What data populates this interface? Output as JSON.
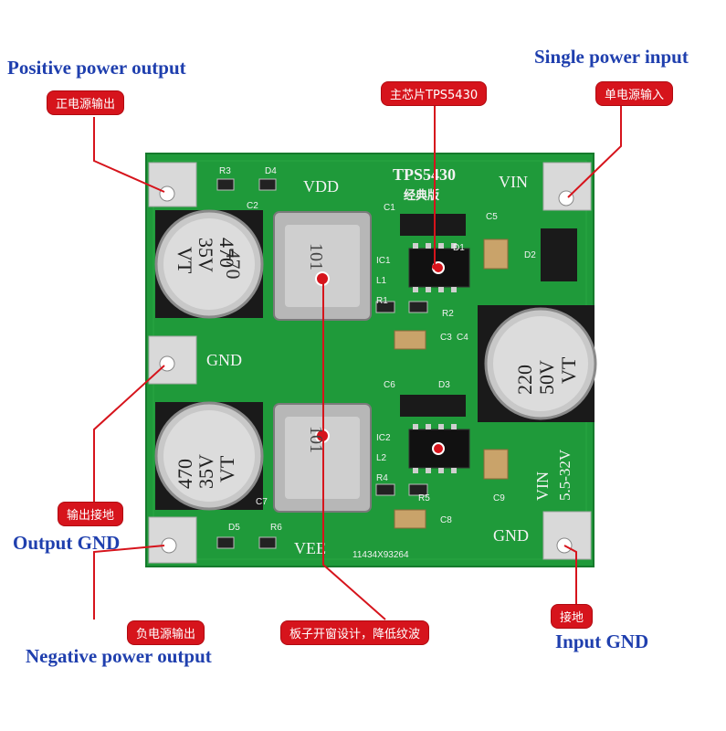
{
  "labels": {
    "positive_output": "Positive power output",
    "single_input": "Single power input",
    "output_gnd": "Output GND",
    "negative_output": "Negative power output",
    "input_gnd": "Input GND"
  },
  "tags": {
    "positive_output_cn": "正电源输出",
    "single_input_cn": "单电源输入",
    "main_chip_cn": "主芯片TPS5430",
    "output_gnd_cn": "输出接地",
    "negative_output_cn": "负电源输出",
    "window_design_cn": "板子开窗设计，降低纹波",
    "input_gnd_cn": "接地"
  },
  "board": {
    "title": "TPS5430",
    "subtitle": "经典版",
    "vdd": "VDD",
    "vee": "VEE",
    "gnd_left": "GND",
    "gnd_right": "GND",
    "vin_top": "VIN",
    "vin_side": "VIN",
    "vin_range": "5.5-32V",
    "serial": "11434X93264",
    "cap_left_top": [
      "470",
      "35V",
      "VT"
    ],
    "cap_left_bottom": [
      "470",
      "35V",
      "VT"
    ],
    "cap_right": [
      "220",
      "50V",
      "VT"
    ],
    "inductor_top": "101",
    "inductor_bottom": "101",
    "refs": {
      "r3": "R3",
      "d4": "D4",
      "c2": "C2",
      "c1": "C1",
      "c5": "C5",
      "d1": "D1",
      "ic1": "IC1",
      "l1": "L1",
      "r1": "R1",
      "r2": "R2",
      "c3": "C3",
      "c4": "C4",
      "d2": "D2",
      "c6": "C6",
      "d3": "D3",
      "ic2": "IC2",
      "l2": "L2",
      "r4": "R4",
      "r5": "R5",
      "c8": "C8",
      "c9": "C9",
      "c7": "C7",
      "d5": "D5",
      "r6": "R6"
    }
  },
  "colors": {
    "pcb": "#1f9a3a",
    "accent_label": "#1f3fae",
    "tag_red": "#d6141c"
  }
}
